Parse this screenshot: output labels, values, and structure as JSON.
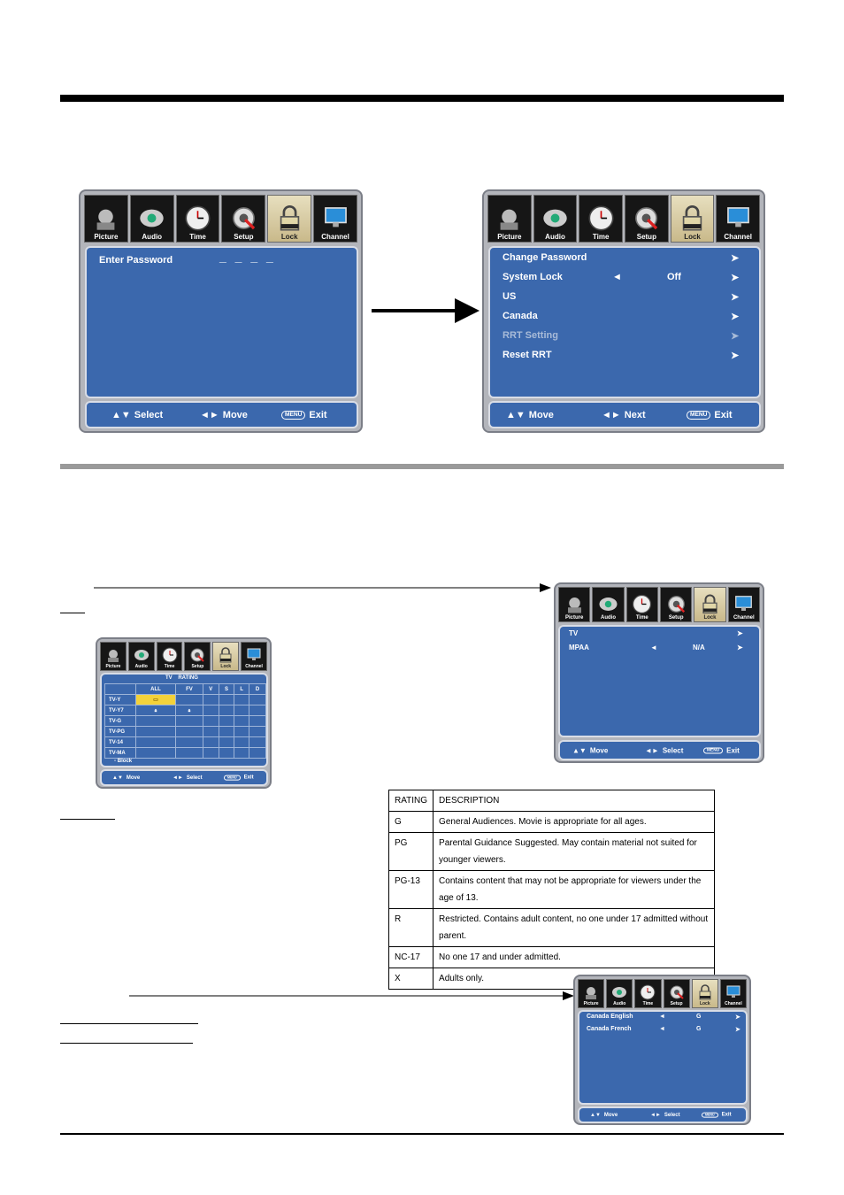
{
  "tabs": [
    "Picture",
    "Audio",
    "Time",
    "Setup",
    "Lock",
    "Channel"
  ],
  "screen1": {
    "prompt": "Enter Password",
    "mask": "_ _ _ _",
    "hints": [
      {
        "keys": "▲▼",
        "label": "Select"
      },
      {
        "keys": "◄►",
        "label": "Move"
      },
      {
        "keys": "MENU",
        "label": "Exit"
      }
    ]
  },
  "screen2": {
    "items": [
      {
        "label": "Change Password",
        "value": "",
        "arrow": "➤"
      },
      {
        "label": "System Lock",
        "value": "Off",
        "arrow": "➤",
        "left": "◄"
      },
      {
        "label": "US",
        "value": "",
        "arrow": "➤"
      },
      {
        "label": "Canada",
        "value": "",
        "arrow": "➤"
      },
      {
        "label": "RRT Setting",
        "value": "",
        "arrow": "➤"
      },
      {
        "label": "Reset RRT",
        "value": "",
        "arrow": "➤"
      }
    ],
    "hints": [
      {
        "keys": "▲▼",
        "label": "Move"
      },
      {
        "keys": "◄►",
        "label": "Next"
      },
      {
        "keys": "MENU",
        "label": "Exit"
      }
    ]
  },
  "us_screen": {
    "items": [
      {
        "label": "TV",
        "value": "",
        "left": "",
        "arrow": "➤"
      },
      {
        "label": "MPAA",
        "value": "N/A",
        "left": "◄",
        "arrow": "➤"
      }
    ],
    "hints": [
      {
        "keys": "▲▼",
        "label": "Move"
      },
      {
        "keys": "◄►",
        "label": "Select"
      },
      {
        "keys": "MENU",
        "label": "Exit"
      }
    ]
  },
  "tv_rating_screen": {
    "title": "TV    RATING",
    "columns": [
      "ALL",
      "FV",
      "V",
      "S",
      "L",
      "D"
    ],
    "rows": [
      "TV-Y",
      "TV-Y7",
      "TV-G",
      "TV-PG",
      "TV-14",
      "TV-MA"
    ],
    "legend": "Block",
    "hints": [
      {
        "keys": "▲▼",
        "label": "Move"
      },
      {
        "keys": "◄►",
        "label": "Select"
      },
      {
        "keys": "MENU",
        "label": "Exit"
      }
    ]
  },
  "canada_screen": {
    "items": [
      {
        "label": "Canada English",
        "value": "G",
        "left": "◄",
        "arrow": "➤"
      },
      {
        "label": "Canada French",
        "value": "G",
        "left": "◄",
        "arrow": "➤"
      }
    ],
    "hints": [
      {
        "keys": "▲▼",
        "label": "Move"
      },
      {
        "keys": "◄►",
        "label": "Select"
      },
      {
        "keys": "MENU",
        "label": "Exit"
      }
    ]
  },
  "rating_table": {
    "header": [
      "RATING",
      "DESCRIPTION"
    ],
    "rows": [
      {
        "rating": "G",
        "desc": "General Audiences. Movie is appropriate for all ages."
      },
      {
        "rating": "PG",
        "desc": "Parental Guidance Suggested. May contain material not suited for younger viewers."
      },
      {
        "rating": "PG-13",
        "desc": "Contains content that may not be appropriate for viewers under the age of 13."
      },
      {
        "rating": "R",
        "desc": "Restricted. Contains adult content, no one under 17 admitted without parent."
      },
      {
        "rating": "NC-17",
        "desc": "No one 17 and under admitted."
      },
      {
        "rating": "X",
        "desc": "Adults only."
      }
    ]
  },
  "colors": {
    "panel": "#3b68ad",
    "frame": "#b3b5bb",
    "dim_text": "#a8bbd8",
    "active_tab": "#d8cc9f"
  }
}
